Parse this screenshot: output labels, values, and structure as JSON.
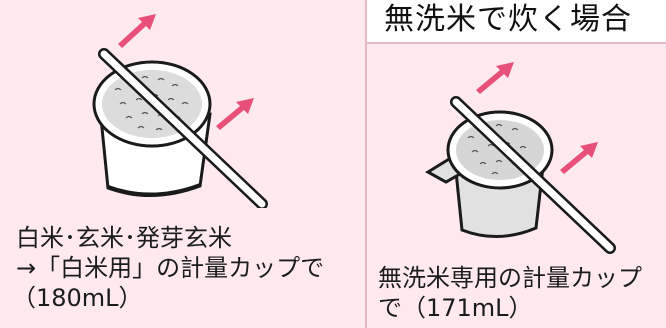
{
  "heading": {
    "text": "無洗米で炊く場合"
  },
  "left": {
    "caption_lines": [
      "白米･玄米･発芽玄米",
      "→「白米用」の計量カップで",
      "（180mL）"
    ]
  },
  "right": {
    "caption_lines": [
      "無洗米専用の計量カップ",
      "で（171mL）"
    ]
  },
  "colors": {
    "panel": "#fde9ee",
    "divider": "#e4b9c5",
    "arrow": "#e8507a"
  },
  "icons": [
    "pink-arrow-icon",
    "measuring-cup-icon",
    "leveling-stick-icon"
  ]
}
